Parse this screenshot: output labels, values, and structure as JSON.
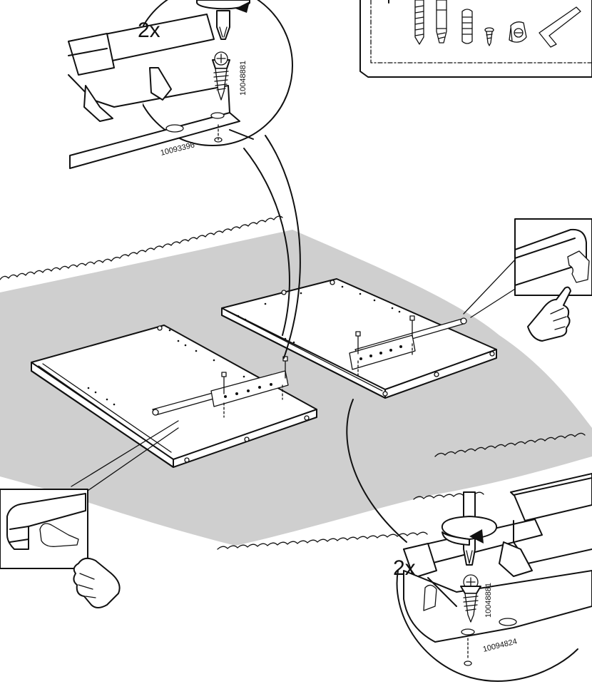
{
  "labels": {
    "quantity_top": "2x",
    "quantity_bottom": "2x",
    "part_screw_top": "10048881",
    "part_bracket_top": "10093396",
    "part_screw_bottom": "10048881",
    "part_bracket_bottom": "10094824"
  },
  "colors": {
    "ink": "#111111",
    "mat": "#cfcfcf",
    "paper": "#ffffff"
  },
  "icons": {
    "rotation": "rotate-arrow-icon",
    "screwdriver": "screwdriver-icon",
    "hand": "hand-pointing-icon",
    "hex_key": "allen-key-icon"
  }
}
